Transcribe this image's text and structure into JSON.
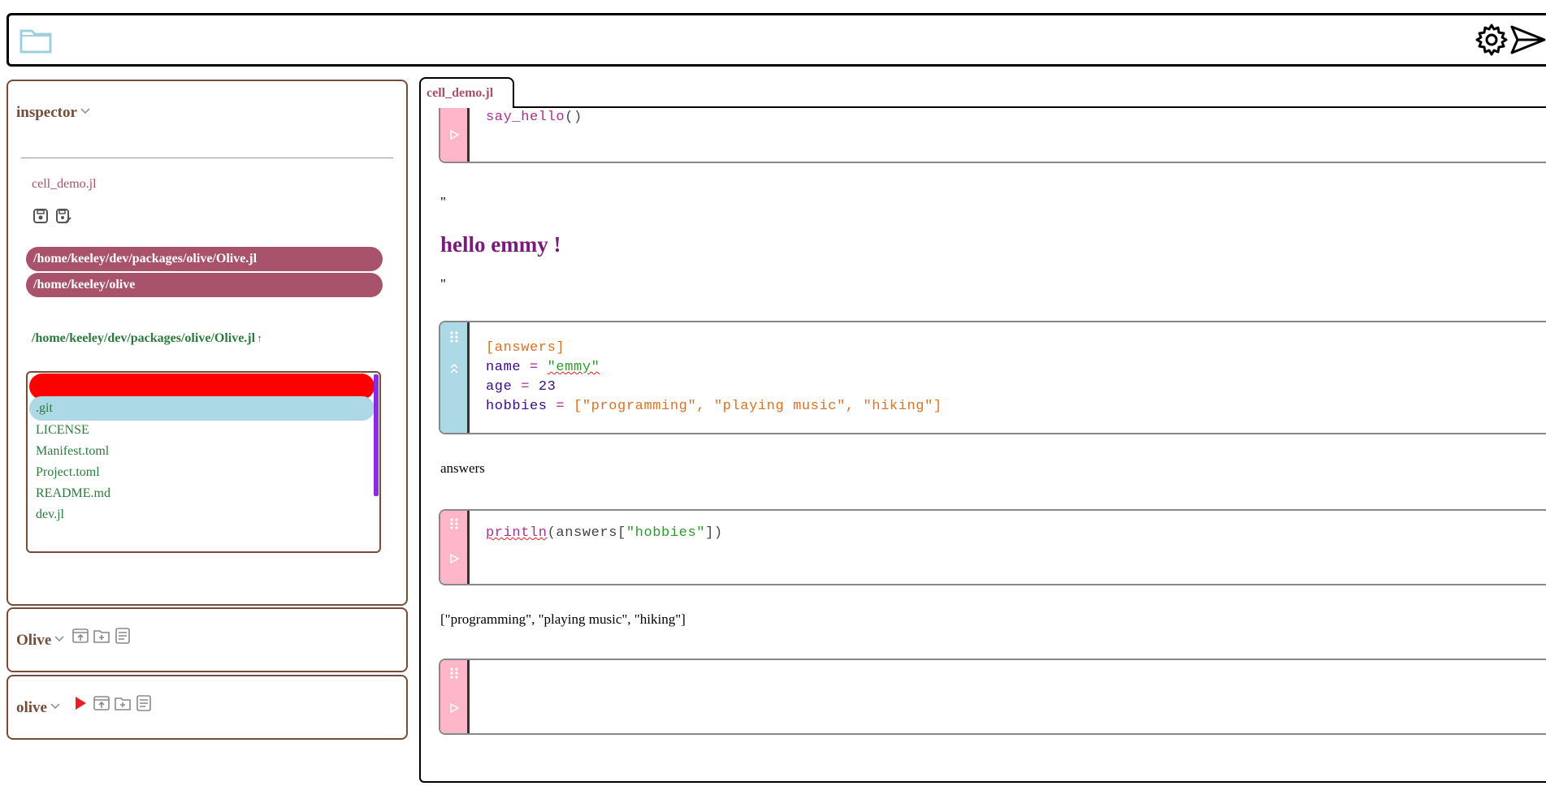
{
  "topbar": {
    "folder_icon": "folder-icon",
    "settings_icon": "gear-icon",
    "send_icon": "send-icon"
  },
  "inspector": {
    "title": "inspector",
    "file_name": "cell_demo.jl",
    "paths": [
      "/home/keeley/dev/packages/olive/Olive.jl",
      "/home/keeley/olive"
    ],
    "cwd": "/home/keeley/dev/packages/olive/Olive.jl",
    "cwd_up": "↑",
    "files": [
      "",
      ".git",
      "LICENSE",
      "Manifest.toml",
      "Project.toml",
      "README.md",
      "dev.jl"
    ]
  },
  "projects": [
    {
      "title": "Olive"
    },
    {
      "title": "olive"
    }
  ],
  "tab": {
    "label": "cell_demo.jl"
  },
  "cells": {
    "cell1": {
      "fn": "say_hello",
      "parens": "()"
    },
    "cell2": {
      "l1": "[answers]",
      "l2_var": "name",
      "l2_op": " = ",
      "l2_val": "\"emmy\"",
      "l3_var": "age",
      "l3_op": " = ",
      "l3_val": "23",
      "l4_var": "hobbies",
      "l4_op": " = ",
      "l4_val": "[\"programming\", \"playing music\", \"hiking\"]"
    },
    "cell3": {
      "fn": "println",
      "p1": "(answers[",
      "str": "\"hobbies\"",
      "p2": "])"
    }
  },
  "outputs": {
    "quote1": "\"",
    "heading": "hello emmy !",
    "quote2": "\"",
    "answers": "answers",
    "hobbies": "[\"programming\", \"playing music\", \"hiking\"]"
  },
  "colors": {
    "accent": "#a9526c",
    "border": "#754c3a",
    "green": "#2b7a3a",
    "pink": "#ffb6c8",
    "blue": "#add8e6"
  }
}
